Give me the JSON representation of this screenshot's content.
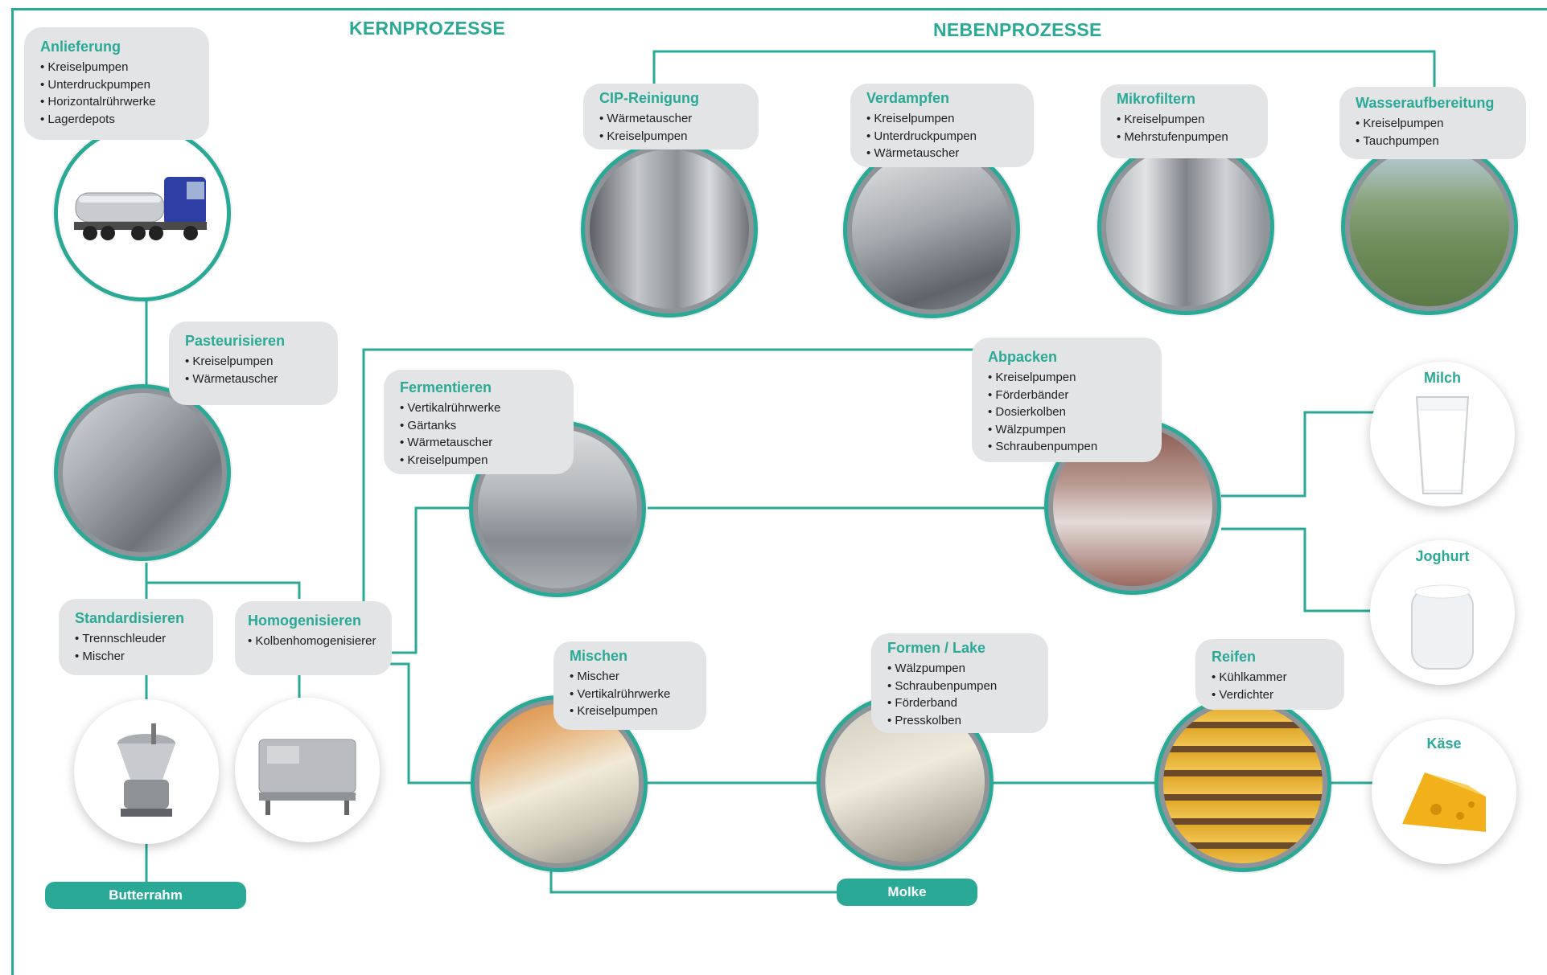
{
  "sections": {
    "core": "KERNPROZESSE",
    "side": "NEBENPROZESSE"
  },
  "colors": {
    "accent": "#2aa996",
    "box": "#e3e4e6",
    "text": "#1f1f1f"
  },
  "processes": {
    "anlieferung": {
      "title": "Anlieferung",
      "items": [
        "Kreiselpumpen",
        "Unterdruckpumpen",
        "Horizontalrührwerke",
        "Lagerdepots"
      ]
    },
    "pasteurisieren": {
      "title": "Pasteurisieren",
      "items": [
        "Kreiselpumpen",
        "Wärmetauscher"
      ]
    },
    "standardisieren": {
      "title": "Standardisieren",
      "items": [
        "Trennschleuder",
        "Mischer"
      ]
    },
    "homogenisieren": {
      "title": "Homogenisieren",
      "items": [
        "Kolbenhomogenisierer"
      ]
    },
    "cip": {
      "title": "CIP-Reinigung",
      "items": [
        "Wärmetauscher",
        "Kreiselpumpen"
      ]
    },
    "verdampfen": {
      "title": "Verdampfen",
      "items": [
        "Kreiselpumpen",
        "Unterdruckpumpen",
        "Wärmetauscher"
      ]
    },
    "mikrofiltern": {
      "title": "Mikrofiltern",
      "items": [
        "Kreiselpumpen",
        "Mehrstufenpumpen"
      ]
    },
    "wasser": {
      "title": "Wasseraufbereitung",
      "items": [
        "Kreiselpumpen",
        "Tauchpumpen"
      ]
    },
    "fermentieren": {
      "title": "Fermentieren",
      "items": [
        "Vertikalrührwerke",
        "Gärtanks",
        "Wärmetauscher",
        "Kreiselpumpen"
      ]
    },
    "abpacken": {
      "title": "Abpacken",
      "items": [
        "Kreiselpumpen",
        "Förderbänder",
        "Dosierkolben",
        "Wälzpumpen",
        "Schraubenpumpen"
      ]
    },
    "mischen": {
      "title": "Mischen",
      "items": [
        "Mischer",
        "Vertikalrührwerke",
        "Kreiselpumpen"
      ]
    },
    "formen": {
      "title": "Formen / Lake",
      "items": [
        "Wälzpumpen",
        "Schraubenpumpen",
        "Förderband",
        "Presskolben"
      ]
    },
    "reifen": {
      "title": "Reifen",
      "items": [
        "Kühlkammer",
        "Verdichter"
      ]
    }
  },
  "products": {
    "milch": "Milch",
    "joghurt": "Joghurt",
    "kaese": "Käse"
  },
  "outputs": {
    "butterrahm": "Butterrahm",
    "molke": "Molke"
  }
}
